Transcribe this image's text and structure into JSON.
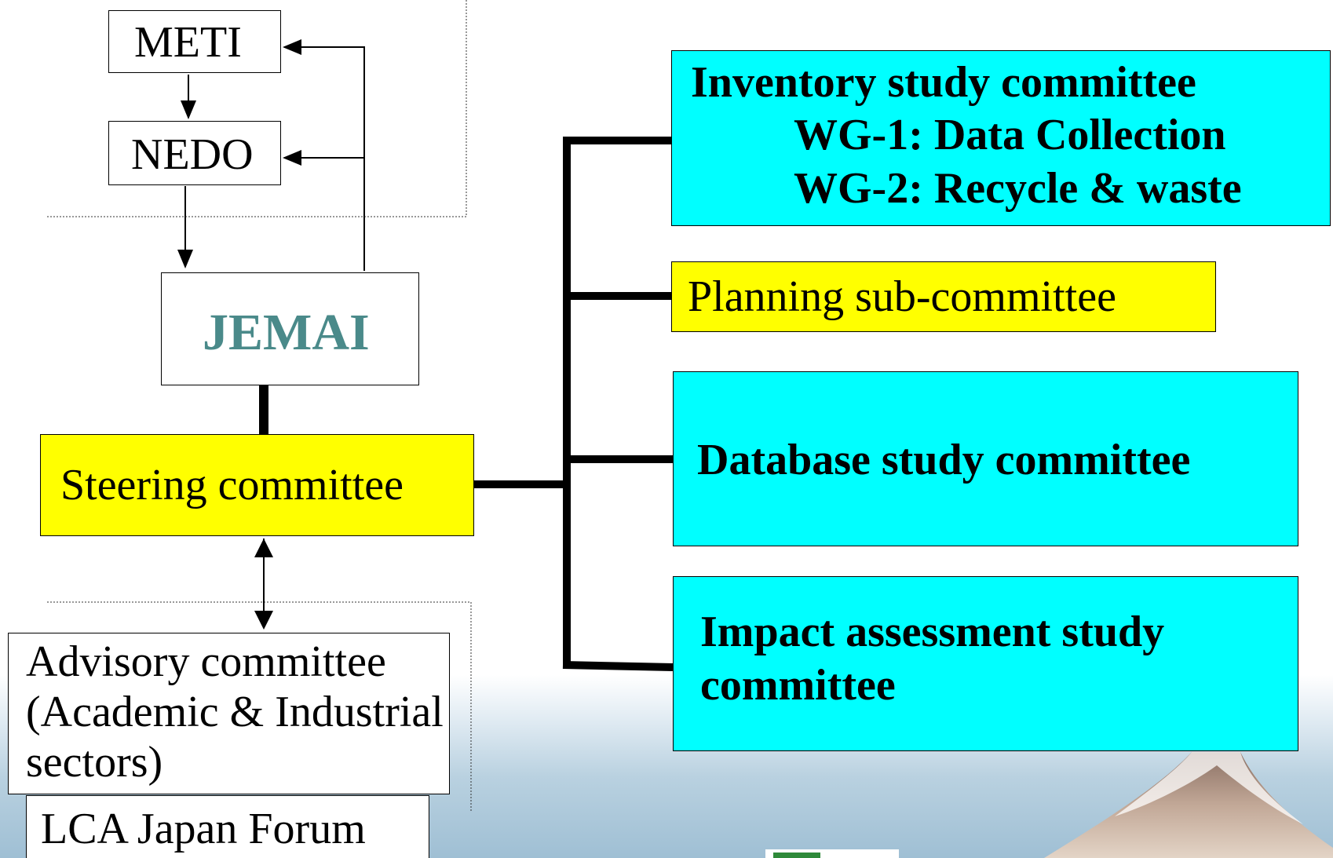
{
  "government": {
    "meti": "METI",
    "nedo": "NEDO"
  },
  "jemai": "JEMAI",
  "steering": "Steering committee",
  "advisory": {
    "line1": "Advisory committee",
    "line2": "(Academic & Industrial",
    "line3": "sectors)"
  },
  "forum": "LCA Japan Forum",
  "inventory": {
    "title": "Inventory study committee",
    "wg1": "WG-1: Data Collection",
    "wg2": "WG-2: Recycle & waste"
  },
  "planning": "Planning sub-committee",
  "database": "Database study committee",
  "impact": {
    "line1": "Impact assessment study",
    "line2": "committee"
  },
  "colors": {
    "cyan": "#00ffff",
    "yellow": "#ffff00",
    "jemai_text": "#4a8a8a",
    "mountain": "#b59a86"
  }
}
